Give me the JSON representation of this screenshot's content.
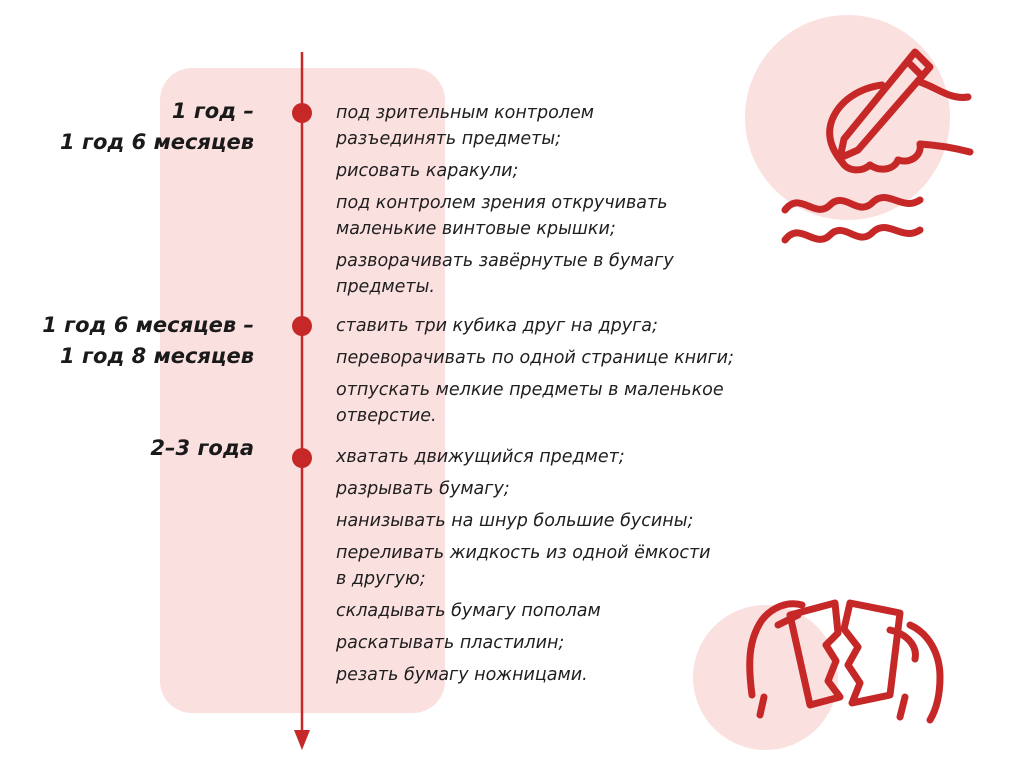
{
  "colors": {
    "accent": "#c62828",
    "band": "#fbe0e0",
    "text": "#1f1f1f"
  },
  "stages": [
    {
      "age_lines": [
        "1 год –",
        "1 год 6 месяцев"
      ],
      "skills": [
        "под зрительным контролем\nразъединять предметы;",
        "рисовать каракули;",
        "под контролем зрения откручивать\nмаленькие винтовые крышки;",
        "разворачивать завёрнутые в бумагу\nпредметы."
      ]
    },
    {
      "age_lines": [
        "1 год 6 месяцев –",
        "1 год 8 месяцев"
      ],
      "skills": [
        "ставить три кубика друг на друга;",
        "переворачивать по одной странице книги;",
        "отпускать мелкие предметы в маленькое\nотверстие."
      ]
    },
    {
      "age_lines": [
        "2–3 года"
      ],
      "skills": [
        "хватать движущийся предмет;",
        "разрывать бумагу;",
        "нанизывать на шнур большие бусины;",
        "переливать жидкость из одной ёмкости\nв другую;",
        "складывать бумагу пополам",
        "раскатывать пластилин;",
        "резать бумагу ножницами."
      ]
    }
  ],
  "icons": {
    "top_right": "hand-writing-icon",
    "bottom_right": "hands-tearing-paper-icon"
  }
}
